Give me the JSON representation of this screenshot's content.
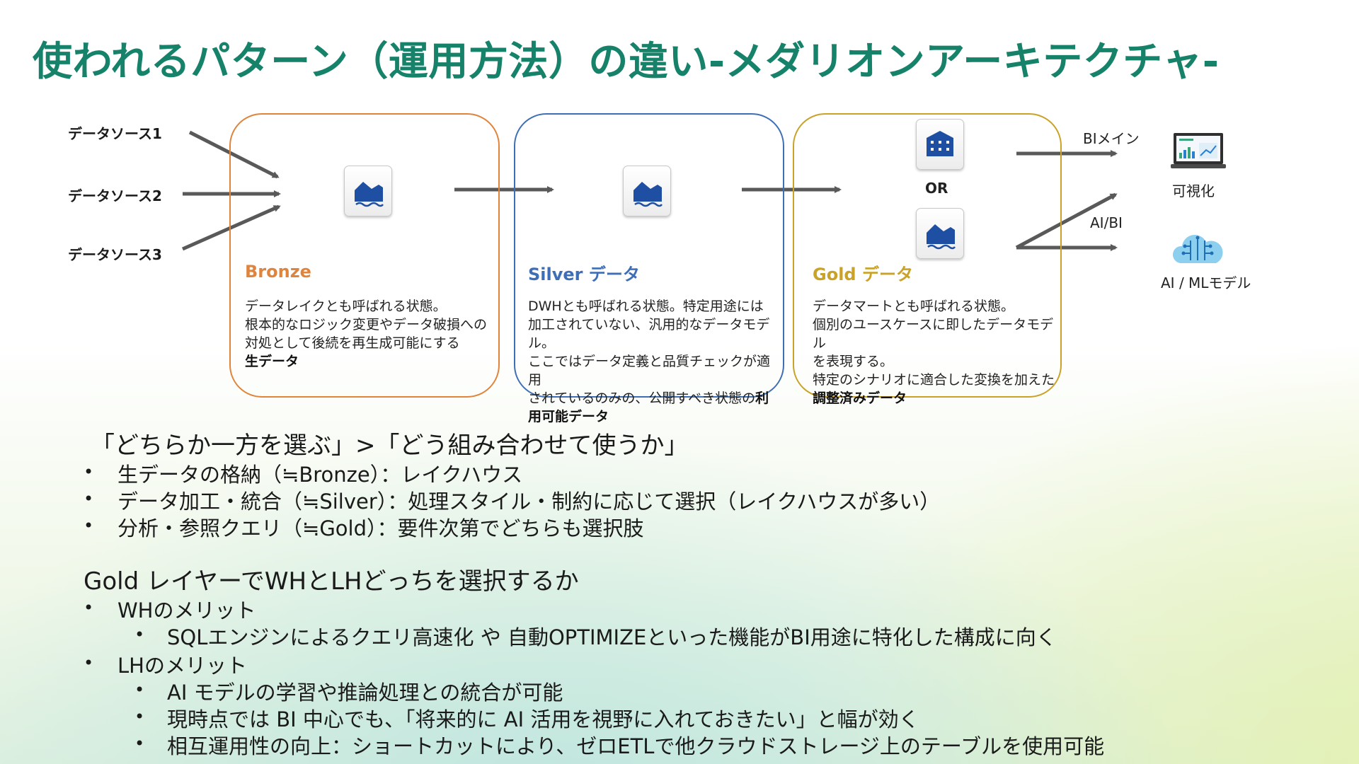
{
  "title": "使われるパターン（運用方法）の違い-メダリオンアーキテクチャ-",
  "sources": [
    "データソース1",
    "データソース2",
    "データソース3"
  ],
  "panels": {
    "bronze": {
      "title": "Bronze",
      "color": "#e0843c",
      "desc": [
        "データレイクとも呼ばれる状態。",
        "根本的なロジック変更やデータ破損への",
        "対処として後続を再生成可能にする"
      ],
      "emphasis": "生データ"
    },
    "silver": {
      "title": "Silver データ",
      "color": "#3e6fb6",
      "desc": [
        "DWHとも呼ばれる状態。特定用途には",
        "加工されていない、汎用的なデータモデル。",
        "ここではデータ定義と品質チェックが適用",
        "されているのみの、公開すべき状態の"
      ],
      "emphasis_inline": "利",
      "emphasis": "用可能データ"
    },
    "gold": {
      "title": "Gold データ",
      "color": "#c9a227",
      "desc": [
        "データマートとも呼ばれる状態。",
        "個別のユースケースに即したデータモデル",
        "を表現する。",
        "特定のシナリオに適合した変換を加えた"
      ],
      "emphasis": "調整済みデータ",
      "or_label": "OR"
    }
  },
  "outputs": {
    "bi_main_label": "BIメイン",
    "ai_bi_label": "AI/BI",
    "viz_label": "可視化",
    "aiml_label": "AI / MLモデル"
  },
  "section1": {
    "heading": "「どちらか一方を選ぶ」>「どう組み合わせて使うか」",
    "items": [
      "生データの格納（≒Bronze）：レイクハウス",
      "データ加工・統合（≒Silver）：処理スタイル・制約に応じて選択（レイクハウスが多い）",
      "分析・参照クエリ（≒Gold）：要件次第でどちらも選択肢"
    ]
  },
  "section2": {
    "heading": "Gold レイヤーでWHとLHどっちを選択するか",
    "wh_label": "WHのメリット",
    "wh_items": [
      "SQLエンジンによるクエリ高速化 や 自動OPTIMIZEといった機能がBI用途に特化した構成に向く"
    ],
    "lh_label": "LHのメリット",
    "lh_items": [
      "AI モデルの学習や推論処理との統合が可能",
      "現時点では BI 中心でも、「将来的に AI 活用を視野に入れておきたい」と幅が効く",
      "相互運用性の向上：ショートカットにより、ゼロETLで他クラウドストレージ上のテーブルを使用可能"
    ]
  },
  "bullet_char": "•"
}
